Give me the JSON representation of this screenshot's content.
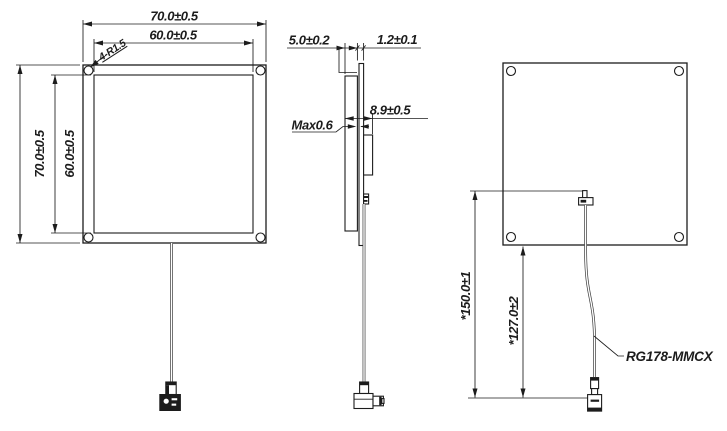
{
  "colors": {
    "background": "#ffffff",
    "line": "#1c1c1c"
  },
  "views": {
    "front": {
      "dims": {
        "width_outer": "70.0±0.5",
        "width_inner": "60.0±0.5",
        "height_outer": "70.0±0.5",
        "height_inner": "60.0±0.5",
        "corner_radius_note": "4-R1.5"
      }
    },
    "side": {
      "dims": {
        "patch_thickness": "5.0±0.2",
        "pcb_thickness": "1.2±0.1",
        "adhesive_max": "Max0.6",
        "overall_thickness": "8.9±0.5"
      }
    },
    "back": {
      "dims": {
        "cable_length_overall": "*150.0±1",
        "cable_length": "*127.0±2"
      },
      "cable_label": "RG178-MMCX"
    }
  }
}
